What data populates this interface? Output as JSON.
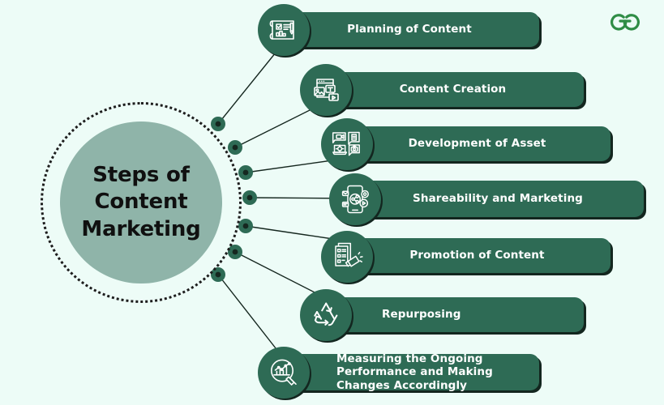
{
  "page": {
    "background_color": "#edfcf7",
    "accent_color": "#2e6b55",
    "hub_color": "#8fb4a9",
    "shadow_color": "#13261f",
    "text_on_bar_color": "#ffffff"
  },
  "hub": {
    "title": "Steps of\nContent\nMarketing"
  },
  "brand": {
    "logo_name": "geeksforgeeks-logo",
    "logo_color": "#2f8d46"
  },
  "steps": [
    {
      "index": 1,
      "label": "Planning of Content",
      "icon": "blueprint-plan-icon",
      "align": "center"
    },
    {
      "index": 2,
      "label": "Content Creation",
      "icon": "content-creation-icon",
      "align": "center"
    },
    {
      "index": 3,
      "label": "Development of Asset",
      "icon": "asset-development-icon",
      "align": "center"
    },
    {
      "index": 4,
      "label": "Shareability and Marketing",
      "icon": "share-mobile-icon",
      "align": "center"
    },
    {
      "index": 5,
      "label": "Promotion of Content",
      "icon": "megaphone-doc-icon",
      "align": "center"
    },
    {
      "index": 6,
      "label": "Repurposing",
      "icon": "recycle-icon",
      "align": "left"
    },
    {
      "index": 7,
      "label": "Measuring the Ongoing Performance and Making Changes Accordingly",
      "icon": "chart-magnifier-icon",
      "align": "left"
    }
  ]
}
